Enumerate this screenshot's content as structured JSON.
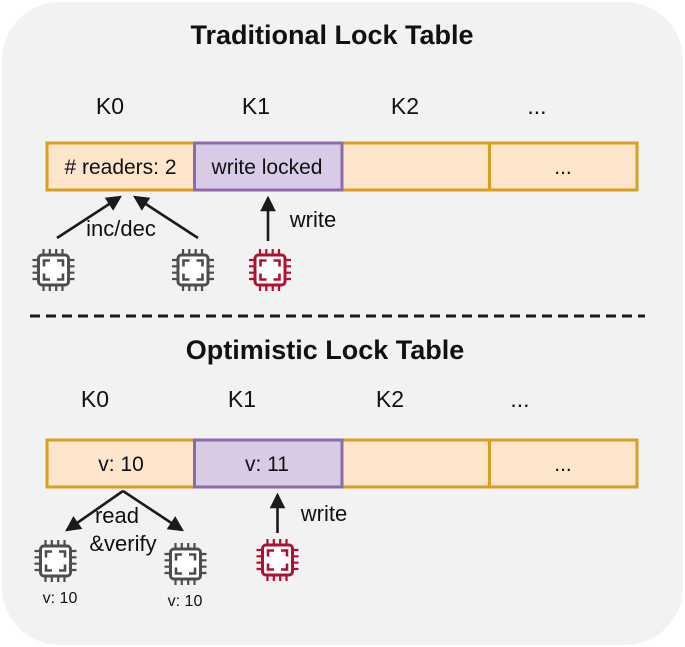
{
  "colors": {
    "panel_background": "#f2f2f2",
    "cell_fill": "#fde5cc",
    "cell_border": "#d7a021",
    "locked_cell_fill": "#d8cbe5",
    "locked_cell_border": "#8d6bab",
    "reader_cpu": "#4d4d4d",
    "writer_cpu": "#b01030",
    "arrow_and_divider": "#1a1a1a"
  },
  "icons": {
    "reader_cpu": "cpu-chip-icon",
    "writer_cpu": "cpu-chip-icon"
  },
  "traditional": {
    "title": "Traditional Lock Table",
    "headers": [
      "K0",
      "K1",
      "K2",
      "..."
    ],
    "cells": [
      "# readers: 2",
      "write locked",
      "",
      "..."
    ],
    "reader_arrow_label": "inc/dec",
    "writer_arrow_label": "write"
  },
  "optimistic": {
    "title": "Optimistic Lock Table",
    "headers": [
      "K0",
      "K1",
      "K2",
      "..."
    ],
    "cells": [
      "v: 10",
      "v: 11",
      "",
      "..."
    ],
    "reader_arrow_label_line1": "read",
    "reader_arrow_label_line2": "&verify",
    "writer_arrow_label": "write",
    "reader_versions": [
      "v: 10",
      "v: 10"
    ]
  }
}
